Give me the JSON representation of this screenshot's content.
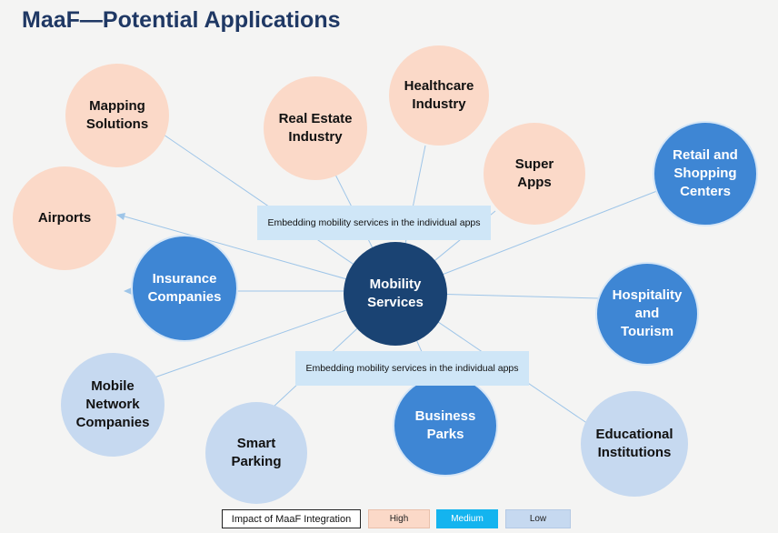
{
  "title": "MaaF—Potential Applications",
  "center": {
    "label": "Mobility Services",
    "impact": "center"
  },
  "callouts": {
    "top": "Embedding mobility services in the individual apps",
    "bottom": "Embedding mobility services in the individual apps"
  },
  "nodes": [
    {
      "id": "mapping-solutions",
      "label": "Mapping Solutions",
      "impact": "High"
    },
    {
      "id": "real-estate-industry",
      "label": "Real Estate Industry",
      "impact": "High"
    },
    {
      "id": "healthcare-industry",
      "label": "Healthcare Industry",
      "impact": "High"
    },
    {
      "id": "super-apps",
      "label": "Super Apps",
      "impact": "High"
    },
    {
      "id": "retail-and-shopping-centers",
      "label": "Retail and Shopping Centers",
      "impact": "Medium"
    },
    {
      "id": "airports",
      "label": "Airports",
      "impact": "High"
    },
    {
      "id": "insurance-companies",
      "label": "Insurance Companies",
      "impact": "Medium"
    },
    {
      "id": "hospitality-and-tourism",
      "label": "Hospitality and Tourism",
      "impact": "Medium"
    },
    {
      "id": "mobile-network-companies",
      "label": "Mobile Network Companies",
      "impact": "Low"
    },
    {
      "id": "smart-parking",
      "label": "Smart Parking",
      "impact": "Low"
    },
    {
      "id": "business-parks",
      "label": "Business Parks",
      "impact": "Medium"
    },
    {
      "id": "educational-institutions",
      "label": "Educational Institutions",
      "impact": "Low"
    }
  ],
  "legend": {
    "title": "Impact of MaaF Integration",
    "high": "High",
    "medium": "Medium",
    "low": "Low"
  },
  "colors": {
    "title": "#1f3864",
    "high": "#fbd9c8",
    "medium": "#3e86d4",
    "low": "#c6d9f0",
    "center": "#1a4373",
    "callout": "#cfe6f7",
    "connector": "#9ec5e8"
  }
}
